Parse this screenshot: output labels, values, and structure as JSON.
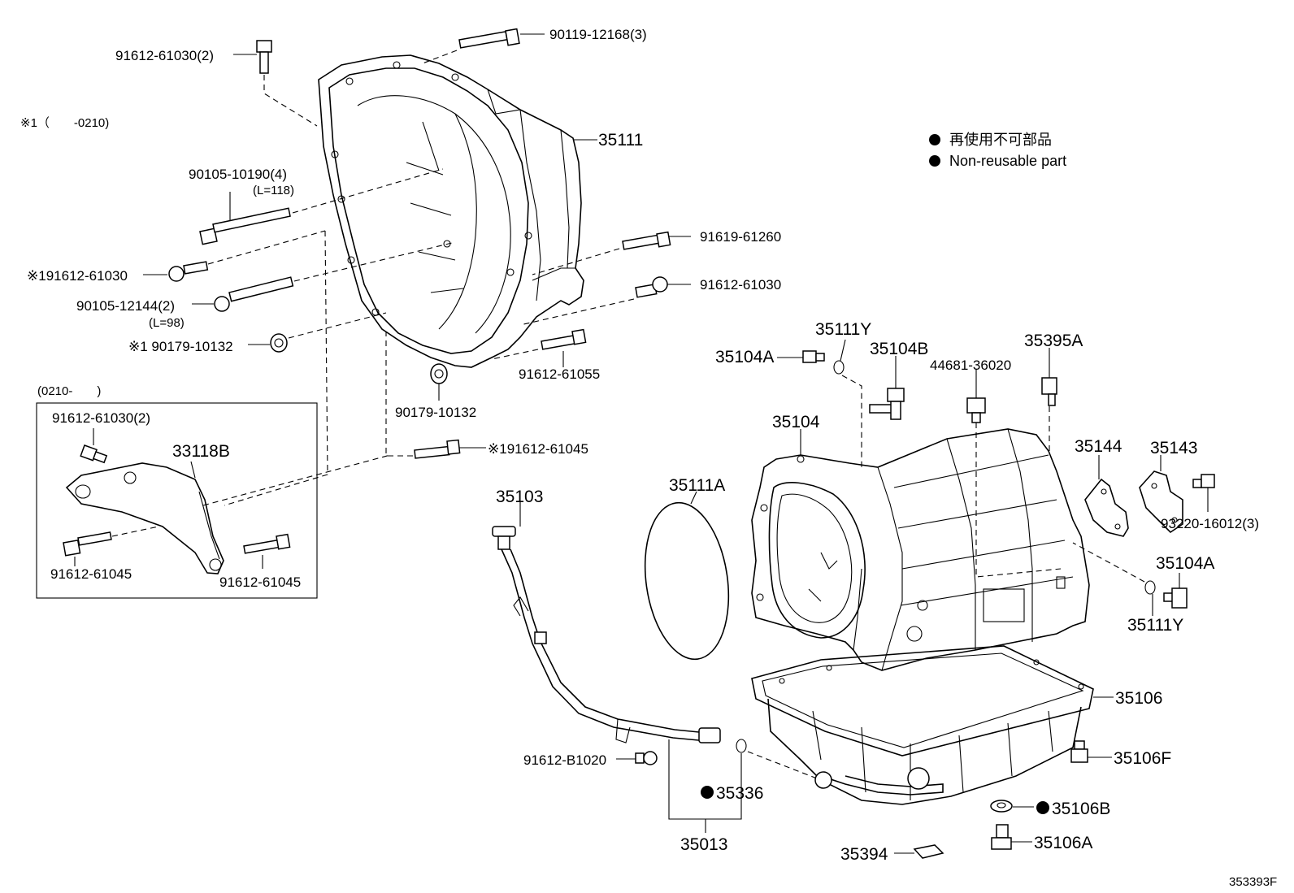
{
  "labels": {
    "p9011912168": "90119-12168(3)",
    "p9161261030_2_top": "91612-61030(2)",
    "note_1": "※1（　　-0210)",
    "p35111": "35111",
    "p9010510190": "90105-10190(4)",
    "l118": "(L=118)",
    "p9161961260": "91619-61260",
    "p9161261030_a": "※191612-61030",
    "p9161261030_b": "91612-61030",
    "p9010512144": "90105-12144(2)",
    "l98": "(L=98)",
    "p9017910132_a": "※1 90179-10132",
    "p9161261055": "91612-61055",
    "p9017910132_b": "90179-10132",
    "p9161261045_a": "※191612-61045",
    "bracket_range": "(0210-　　)",
    "p9161261030_2_box": "91612-61030(2)",
    "p33118B": "33118B",
    "p9161261045_b": "91612-61045",
    "p9161261045_c": "91612-61045",
    "p35103": "35103",
    "p35111A": "35111A",
    "p35104": "35104",
    "p35104A_top": "35104A",
    "p35111Y_top": "35111Y",
    "p35104B": "35104B",
    "p4468136020": "44681-36020",
    "p35395A": "35395A",
    "p35144": "35144",
    "p35143": "35143",
    "p9322016012": "93220-16012(3)",
    "p35104A_right": "35104A",
    "p35111Y_right": "35111Y",
    "p35106": "35106",
    "p35106F": "35106F",
    "p35106B": "35106B",
    "p35106A": "35106A",
    "p35394": "35394",
    "p9161261020": "91612-B1020",
    "p35336": "35336",
    "p35013": "35013",
    "figure_id": "353393F"
  },
  "legend": {
    "line_jp": "再使用不可部品",
    "line_en": "Non-reusable part"
  }
}
